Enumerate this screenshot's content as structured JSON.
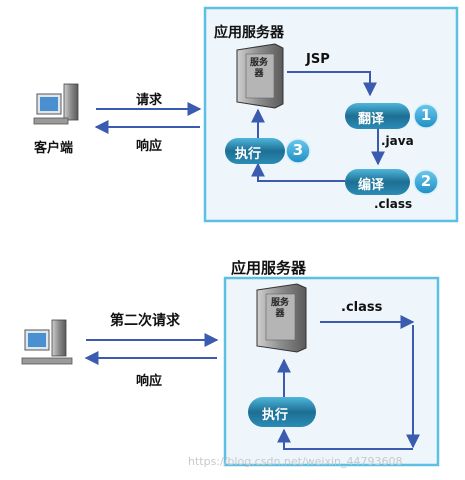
{
  "top": {
    "server_box_title": "应用服务器",
    "server_icon_text": "服务器",
    "client_label": "客户端",
    "request_label": "请求",
    "response_label": "响应",
    "jsp_label": "JSP",
    "translate_label": "翻译",
    "java_label": ".java",
    "compile_label": "编译",
    "class_label": ".class",
    "execute_label": "执行",
    "step_numbers": [
      "1",
      "2",
      "3"
    ]
  },
  "bottom": {
    "server_box_title": "应用服务器",
    "server_icon_text": "服务器",
    "second_request_label": "第二次请求",
    "response_label": "响应",
    "class_label": ".class",
    "execute_label": "执行"
  },
  "watermark": "https://blog.csdn.net/weixin_44793608",
  "colors": {
    "box_border": "#5bc0e2",
    "box_fill": "#eef6fb",
    "arrow": "#3a5bb0",
    "pill": "#1f6f92",
    "badge": "#2fa7d9"
  }
}
